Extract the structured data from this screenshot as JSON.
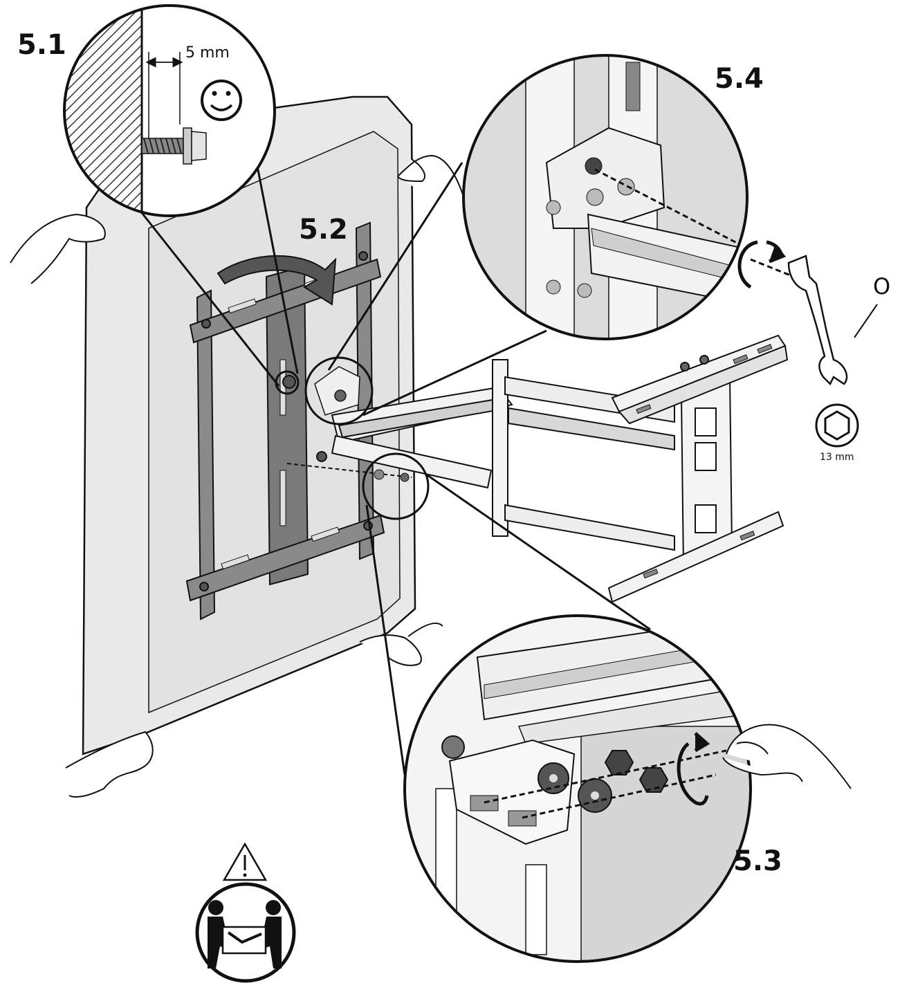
{
  "steps": {
    "s1": "5.1",
    "s2": "5.2",
    "s3": "5.3",
    "s4": "5.4"
  },
  "measure_text": "5 mm",
  "wrench_label": "O",
  "hex_size_text": "13 mm",
  "colors": {
    "line": "#111111",
    "tv_fill": "#e9e9e9",
    "tv_inner": "#dedede",
    "bracket_fill": "#8a8a8a",
    "bracket_dark": "#5a5a5a",
    "arm_fill": "#f2f2f2",
    "wall_hatch": "#333333"
  },
  "icons": [
    "smiley-icon",
    "warning-icon",
    "two-person-lift-icon",
    "hex-nut-icon",
    "wrench-icon",
    "rotate-arrow-icon"
  ]
}
